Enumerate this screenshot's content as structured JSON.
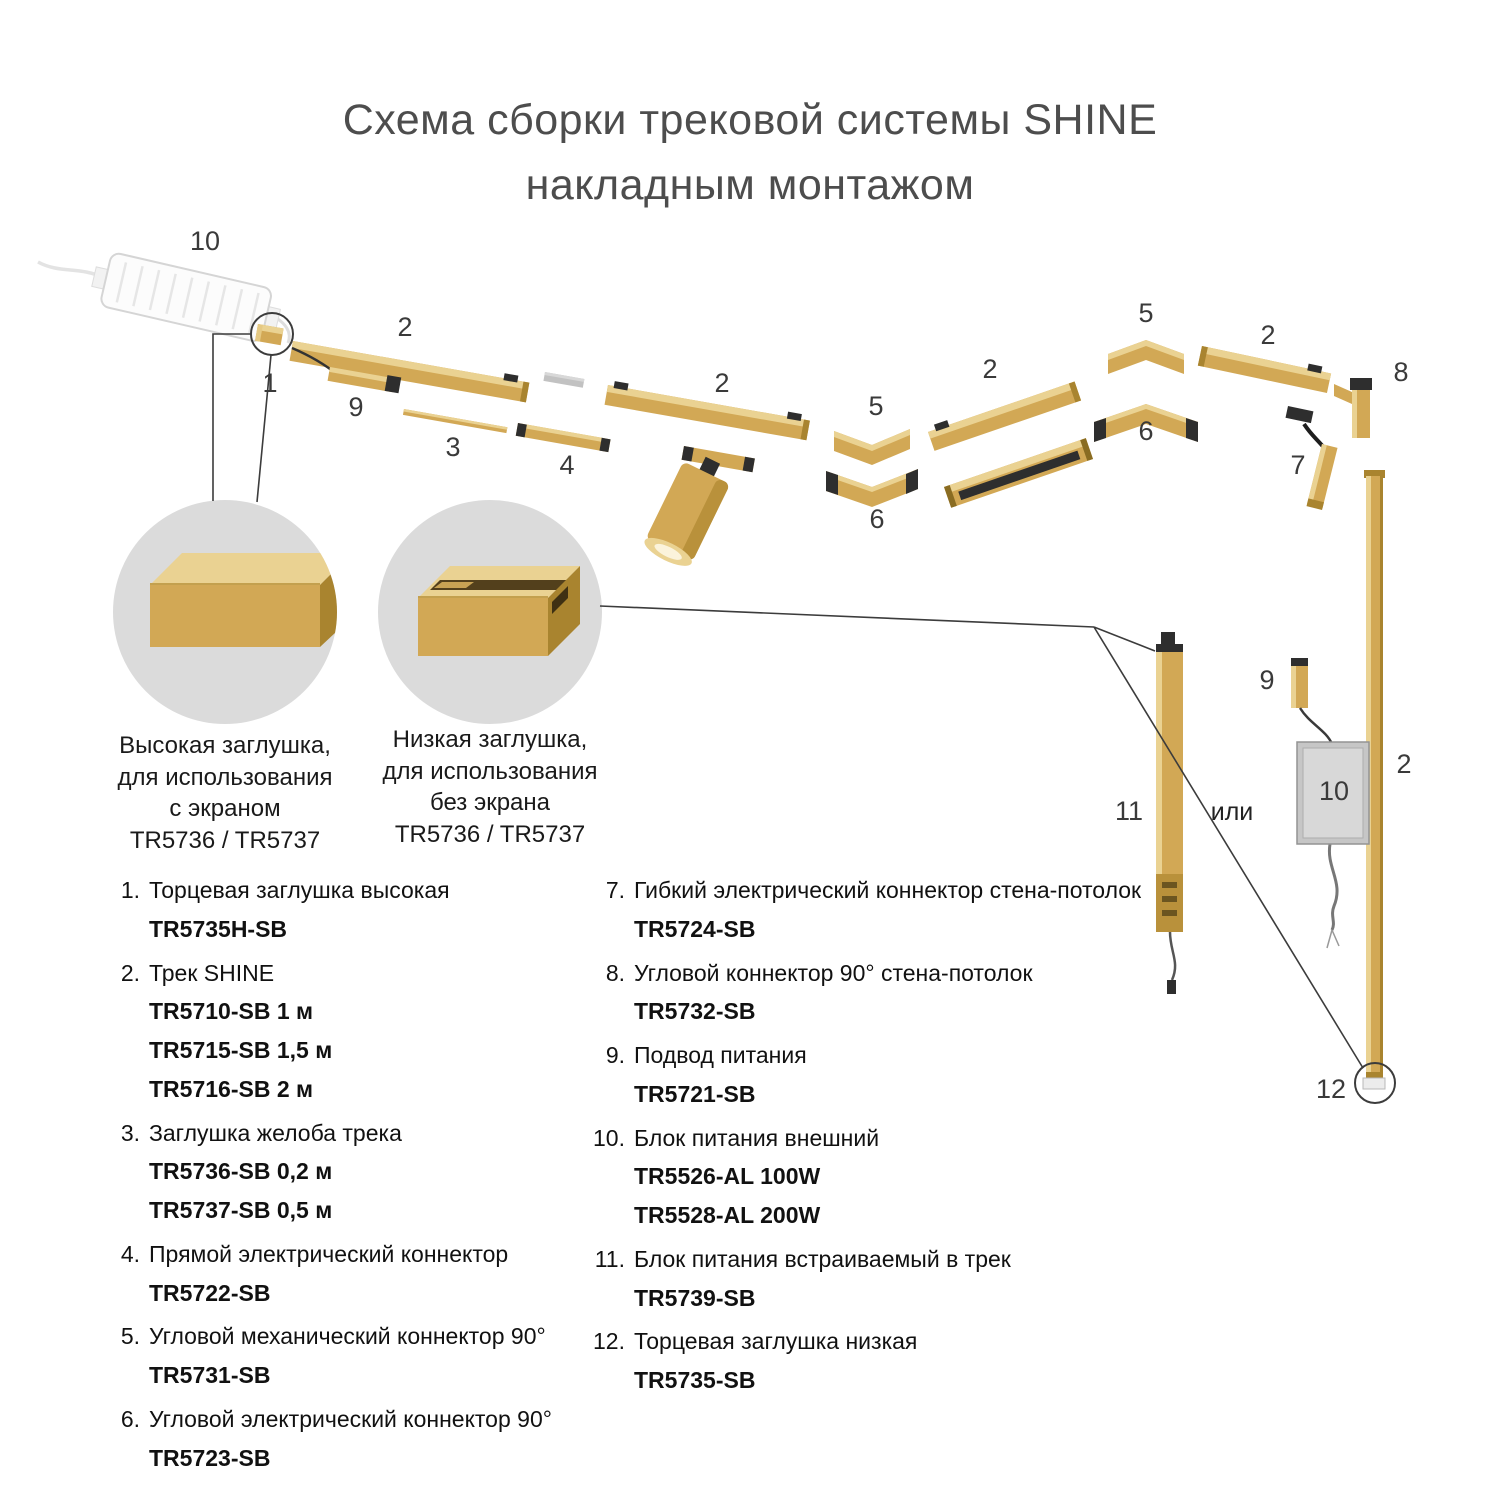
{
  "title": {
    "line1": "Схема сборки трековой системы SHINE",
    "line2": "накладным монтажом"
  },
  "colors": {
    "gold": "#D2A855",
    "gold_light": "#EAD292",
    "gold_dark": "#A9842F",
    "connector_dark": "#2E2E2E",
    "inset_circle_bg": "#DBDBDB",
    "title_text": "#4D4D4D"
  },
  "diagram": {
    "labels": {
      "psu_external_top": "10",
      "end_cap_high": "1",
      "track_a": "2",
      "power_feed_a": "9",
      "gutter_cover": "3",
      "straight_connector": "4",
      "track_b": "2",
      "corner_mech_a": "5",
      "corner_elec_a": "6",
      "track_c": "2",
      "corner_mech_b": "5",
      "corner_elec_b": "6",
      "track_d": "2",
      "corner_wall_ceiling": "8",
      "flex_connector": "7",
      "track_vertical": "2",
      "psu_in_track": "11",
      "or": "или",
      "power_feed_b": "9",
      "psu_external_right": "10",
      "end_cap_low": "12"
    }
  },
  "insets": {
    "high_cap": {
      "line1": "Высокая заглушка,",
      "line2": "для использования",
      "line3": "с экраном",
      "line4": "TR5736 / TR5737"
    },
    "low_cap": {
      "line1": "Низкая заглушка,",
      "line2": "для использования",
      "line3": "без экрана",
      "line4": "TR5736 / TR5737"
    }
  },
  "legend": {
    "left": [
      {
        "num": "1.",
        "title": "Торцевая заглушка высокая",
        "codes": [
          "TR5735H-SB"
        ]
      },
      {
        "num": "2.",
        "title": "Трек SHINE",
        "codes": [
          "TR5710-SB  1 м",
          "TR5715-SB 1,5 м",
          "TR5716-SB 2 м"
        ]
      },
      {
        "num": "3.",
        "title": "Заглушка желоба трека",
        "codes": [
          "TR5736-SB  0,2 м",
          "TR5737-SB  0,5 м"
        ]
      },
      {
        "num": "4.",
        "title": "Прямой электрический коннектор",
        "codes": [
          "TR5722-SB"
        ]
      },
      {
        "num": "5.",
        "title": "Угловой механический коннектор 90°",
        "codes": [
          "TR5731-SB"
        ]
      },
      {
        "num": "6.",
        "title": "Угловой электрический коннектор 90°",
        "codes": [
          "TR5723-SB"
        ]
      }
    ],
    "right": [
      {
        "num": "7.",
        "title": "Гибкий электрический коннектор стена-потолок",
        "codes": [
          "TR5724-SB"
        ]
      },
      {
        "num": "8.",
        "title": "Угловой коннектор 90° стена-потолок",
        "codes": [
          "TR5732-SB"
        ]
      },
      {
        "num": "9.",
        "title": "Подвод питания",
        "codes": [
          "TR5721-SB"
        ]
      },
      {
        "num": "10.",
        "title": "Блок питания внешний",
        "codes": [
          "TR5526-AL 100W",
          "TR5528-AL 200W"
        ]
      },
      {
        "num": "11.",
        "title": "Блок питания встраиваемый в трек",
        "codes": [
          "TR5739-SB"
        ]
      },
      {
        "num": "12.",
        "title": "Торцевая заглушка низкая",
        "codes": [
          "TR5735-SB"
        ]
      }
    ]
  }
}
